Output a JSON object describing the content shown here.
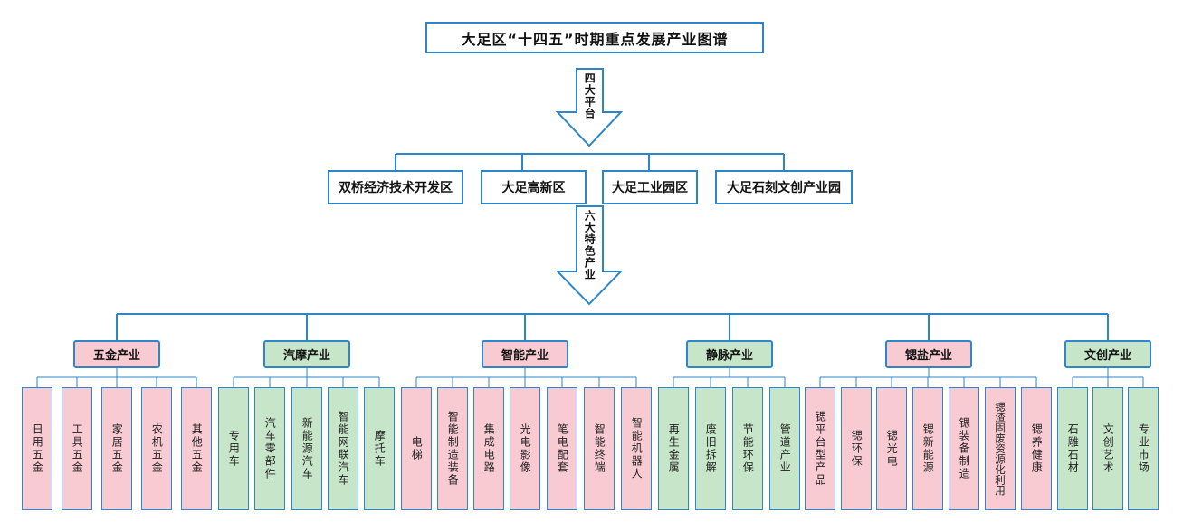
{
  "title": "大足区“十四五”时期重点发展产业图谱",
  "arrow1_label": "四大平台",
  "arrow2_label": "六大特色产业",
  "platforms": [
    "双桥经济技术开发区",
    "大足高新区",
    "大足工业园区",
    "大足石刻文创产业园"
  ],
  "categories": [
    {
      "name": "五金产业",
      "color": "#f8cbd3",
      "items": [
        "日用五金",
        "工具五金",
        "家居五金",
        "农机五金",
        "其他五金"
      ]
    },
    {
      "name": "汽摩产业",
      "color": "#c7e6c9",
      "items": [
        "专用车",
        "汽车零部件",
        "新能源汽车",
        "智能网联汽车",
        "摩托车"
      ]
    },
    {
      "name": "智能产业",
      "color": "#f8cbd3",
      "items": [
        "电梯",
        "智能制造装备",
        "集成电路",
        "光电影像",
        "笔电配套",
        "智能终端",
        "智能机器人"
      ]
    },
    {
      "name": "静脉产业",
      "color": "#c7e6c9",
      "items": [
        "再生金属",
        "废旧拆解",
        "节能环保",
        "管道产业"
      ]
    },
    {
      "name": "锶盐产业",
      "color": "#f8cbd3",
      "items": [
        "锶平台型产品",
        "锶环保",
        "锶光电",
        "锶新能源",
        "锶装备制造",
        "锶渣固废资源化利用",
        "锶养健康"
      ]
    },
    {
      "name": "文创产业",
      "color": "#c7e6c9",
      "items": [
        "石雕石材",
        "文创艺术",
        "专业市场"
      ]
    }
  ],
  "colors": {
    "line": "#2e86c9",
    "pink": "#f8cbd3",
    "green": "#c7e6c9"
  }
}
